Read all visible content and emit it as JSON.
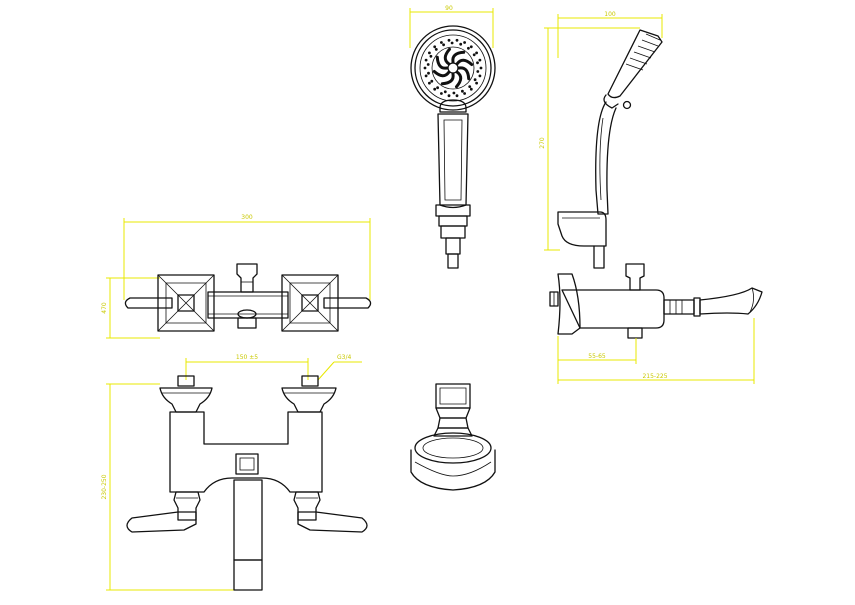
{
  "colors": {
    "outline": "#111111",
    "dimension": "#e8e800",
    "background": "#ffffff"
  },
  "dimensions": {
    "handshower_width": "90",
    "bracket_width": "100",
    "bracket_height": "270",
    "front_width": "300",
    "front_height": "470",
    "center_distance": "150 ±5",
    "thread": "G3/4",
    "spout_offset": "55-65",
    "spout_length": "215-225",
    "mixer_height": "230-250"
  }
}
